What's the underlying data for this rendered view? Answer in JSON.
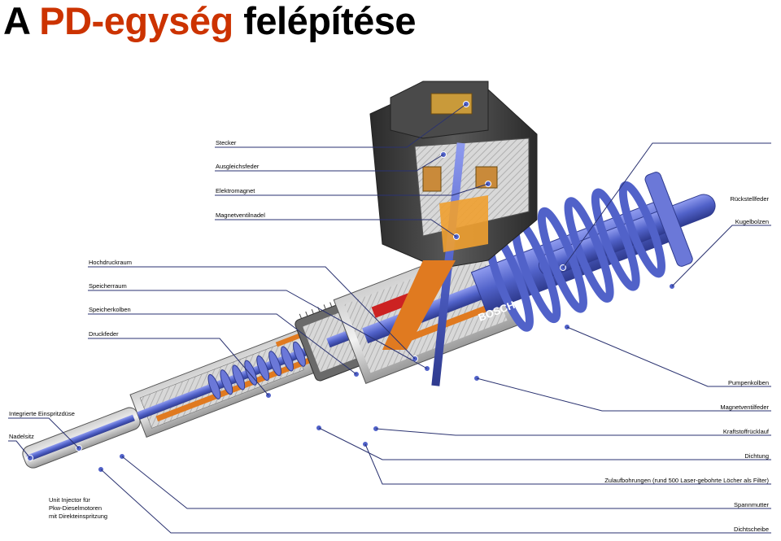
{
  "title": {
    "part1": "A ",
    "part2": "PD-egység",
    "part3": " felépítése"
  },
  "colors": {
    "title_accent": "#cc3300",
    "fuel_blue": "#5566cc",
    "high_pressure": "#e08020",
    "metal_gray": "#8a8a8a",
    "dark_housing": "#3a3a3a"
  },
  "labels_left": [
    {
      "id": "stecker",
      "text": "Stecker"
    },
    {
      "id": "ausgleichsfeder",
      "text": "Ausgleichsfeder"
    },
    {
      "id": "elektromagnet",
      "text": "Elektromagnet"
    },
    {
      "id": "magnetventilnadel",
      "text": "Magnetventilnadel"
    },
    {
      "id": "hochdruckraum",
      "text": "Hochdruckraum"
    },
    {
      "id": "speicherraum",
      "text": "Speicherraum"
    },
    {
      "id": "speicherkolben",
      "text": "Speicherkolben"
    },
    {
      "id": "druckfeder",
      "text": "Druckfeder"
    },
    {
      "id": "einspritzduese",
      "text": "Integrierte Einspritzdüse"
    },
    {
      "id": "nadelsitz",
      "text": "Nadelsitz"
    }
  ],
  "labels_right": [
    {
      "id": "rueckstellfeder",
      "text": "Rückstellfeder"
    },
    {
      "id": "kugelbolzen",
      "text": "Kugelbolzen"
    },
    {
      "id": "pumpenkolben",
      "text": "Pumpenkolben"
    },
    {
      "id": "magnetventilfeder",
      "text": "Magnetventilfeder"
    },
    {
      "id": "kraftstoffruecklauf",
      "text": "Kraftstoffrücklauf"
    },
    {
      "id": "dichtung",
      "text": "Dichtung"
    },
    {
      "id": "zulaufbohrungen",
      "text": "Zulaufbohrungen (rund 500 Laser-gebohrte Löcher als Filter)"
    },
    {
      "id": "spannmutter",
      "text": "Spannmutter"
    },
    {
      "id": "dichtscheibe",
      "text": "Dichtscheibe"
    }
  ],
  "caption": {
    "line1": "Unit Injector für",
    "line2": "Pkw-Dieselmotoren",
    "line3": "mit Direkteinspritzung"
  },
  "brand_mark": "BOSCH"
}
